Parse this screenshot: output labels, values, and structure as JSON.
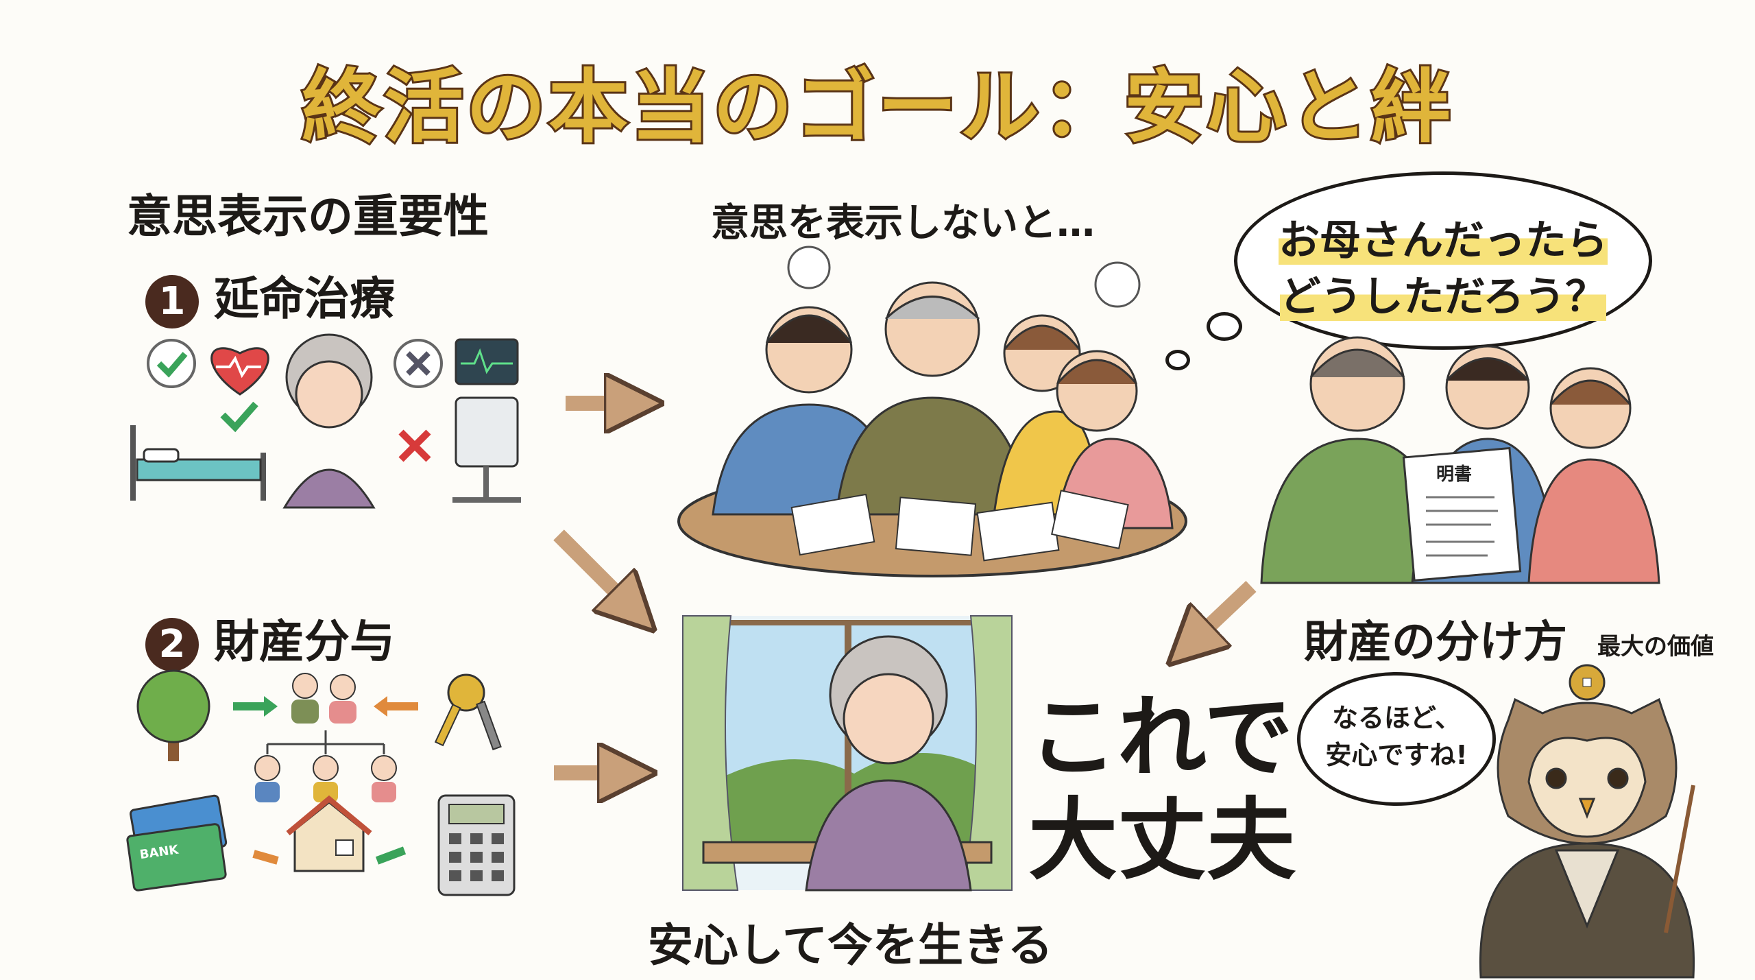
{
  "title": "終活の本当のゴール：安心と絆",
  "left": {
    "heading": "意思表示の重要性",
    "item1": {
      "number": "1",
      "label": "延命治療"
    },
    "item2": {
      "number": "2",
      "label": "財産分与"
    },
    "card_labels": [
      "BANK"
    ]
  },
  "center": {
    "heading": "意思を表示しないと…",
    "bottom_caption": "安心して今を生きる"
  },
  "right": {
    "thought_line1": "お母さんだったら",
    "thought_line2": "どうしただろう？",
    "document_label": "明書",
    "heading": "財産の分け方",
    "subheading": "最大の価値",
    "speech_line1": "なるほど、",
    "speech_line2": "安心ですね!"
  },
  "conclusion": {
    "line1": "これで",
    "line2": "大丈夫"
  },
  "colors": {
    "title_fill": "#e0b53a",
    "title_stroke": "#5a3416",
    "arrow": "#c9a07a",
    "highlight": "#f7e27a",
    "badge": "#4a2a1f"
  }
}
